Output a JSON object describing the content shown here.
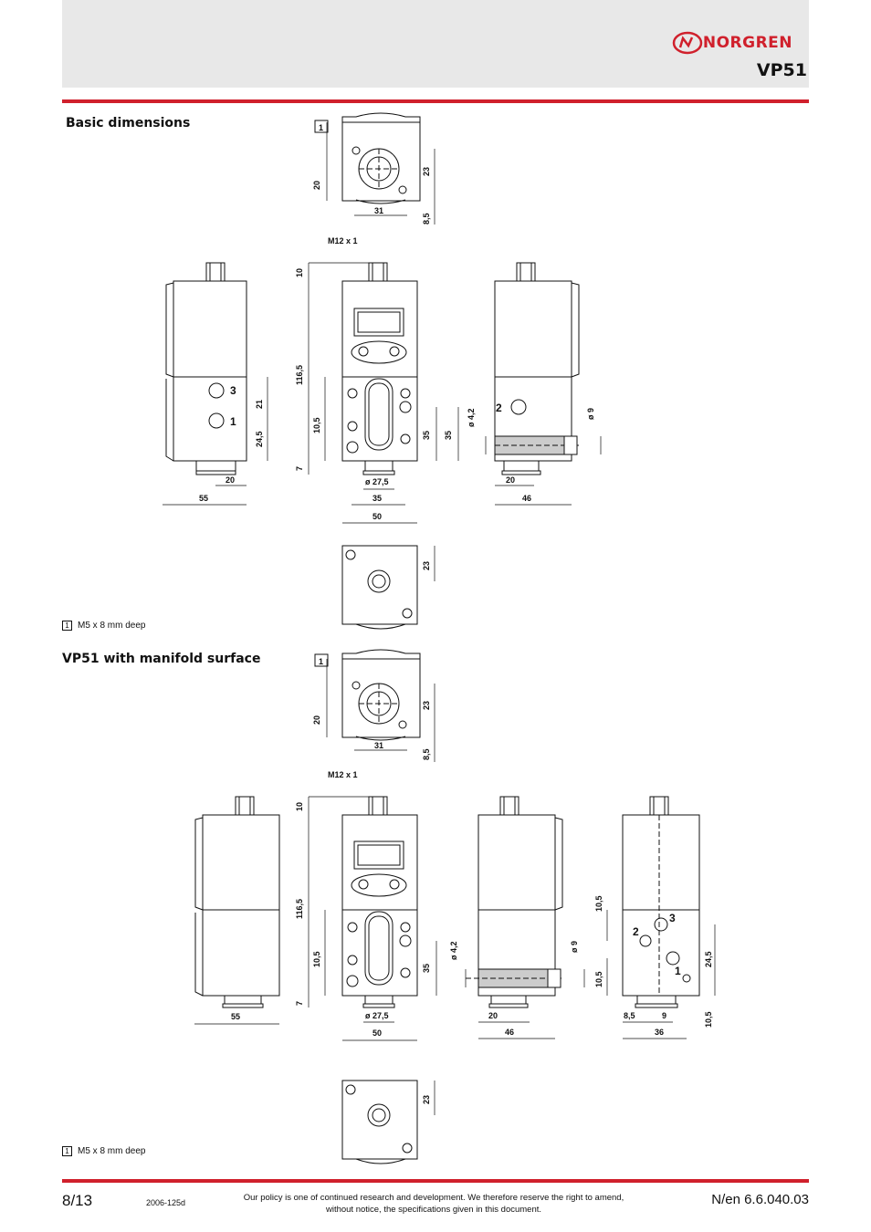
{
  "header": {
    "brand": "NORGREN",
    "product": "VP51"
  },
  "sections": [
    {
      "title": "Basic dimensions",
      "note_number": "1",
      "note_text": "M5 x 8 mm deep"
    },
    {
      "title": "VP51 with manifold surface",
      "note_number": "1",
      "note_text": "M5 x 8 mm deep"
    }
  ],
  "drawing1": {
    "top": {
      "callout": "1",
      "d_w": "31",
      "d_h": "20",
      "d_r1": "23",
      "d_r2": "8,5"
    },
    "left": {
      "d_w": "55",
      "d_base": "20",
      "d_h1": "21",
      "d_h2": "24,5",
      "port_a": "3",
      "port_b": "1"
    },
    "front": {
      "thread": "M12 x 1",
      "d_top": "10",
      "d_h": "116,5",
      "d_low": "10,5",
      "d_bot": "7",
      "d_right": "35",
      "d_dia": "ø 27,5",
      "d_w1": "35",
      "d_w2": "50"
    },
    "right": {
      "d_h": "35",
      "d_dia1": "ø 4,2",
      "d_dia2": "ø 9",
      "d_base": "20",
      "d_w": "46",
      "port": "2"
    },
    "bottom": {
      "d_r": "23"
    }
  },
  "drawing2": {
    "top": {
      "callout": "1",
      "d_w": "31",
      "d_h": "20",
      "d_r1": "23",
      "d_r2": "8,5"
    },
    "left": {
      "d_w": "55"
    },
    "front": {
      "thread": "M12 x 1",
      "d_top": "10",
      "d_h": "116,5",
      "d_low": "10,5",
      "d_bot": "7",
      "d_right": "35",
      "d_dia": "ø 27,5",
      "d_w": "50"
    },
    "side": {
      "d_dia1": "ø 4,2",
      "d_dia2": "ø 9",
      "d_base": "20",
      "d_w": "46"
    },
    "manifold": {
      "d_top": "10,5",
      "d_low": "10,5",
      "d_w1": "8,5",
      "d_w2": "9",
      "d_w": "36",
      "d_h1": "24,5",
      "d_h2": "10,5",
      "port_a": "3",
      "port_b": "2",
      "port_c": "1"
    },
    "bottom": {
      "d_r": "23"
    }
  },
  "footer": {
    "page": "8/13",
    "code": "2006-125d",
    "policy_line1": "Our policy is one of continued research and development. We therefore reserve the right to amend,",
    "policy_line2": "without notice, the specifications given in this document.",
    "docref": "N/en 6.6.040.03"
  }
}
